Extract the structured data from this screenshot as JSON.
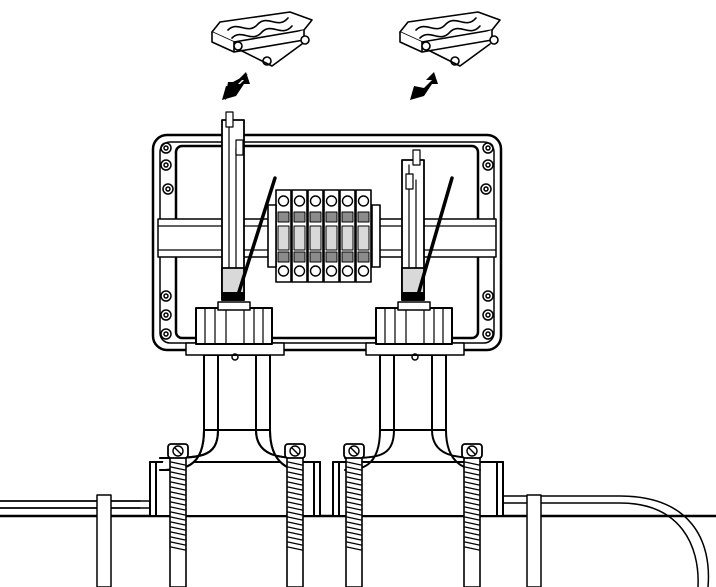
{
  "diagram": {
    "line_color": "#000000",
    "fill_color": "#ffffff",
    "shade_color": "#d9d9d9",
    "dark_shade_color": "#8c8c8c",
    "terminal_block_count": 6,
    "parts": [
      {
        "name": "strain-relief-clamp",
        "count": 2
      },
      {
        "name": "insertion-arrow",
        "count": 2
      },
      {
        "name": "junction-box",
        "count": 1
      },
      {
        "name": "din-rail",
        "count": 1
      },
      {
        "name": "terminal-block",
        "count": 6
      },
      {
        "name": "cable-gland",
        "count": 2
      },
      {
        "name": "heating-cable-loop",
        "count": 2
      },
      {
        "name": "hose-clamp",
        "count": 4
      },
      {
        "name": "pipe",
        "count": 1
      }
    ]
  }
}
